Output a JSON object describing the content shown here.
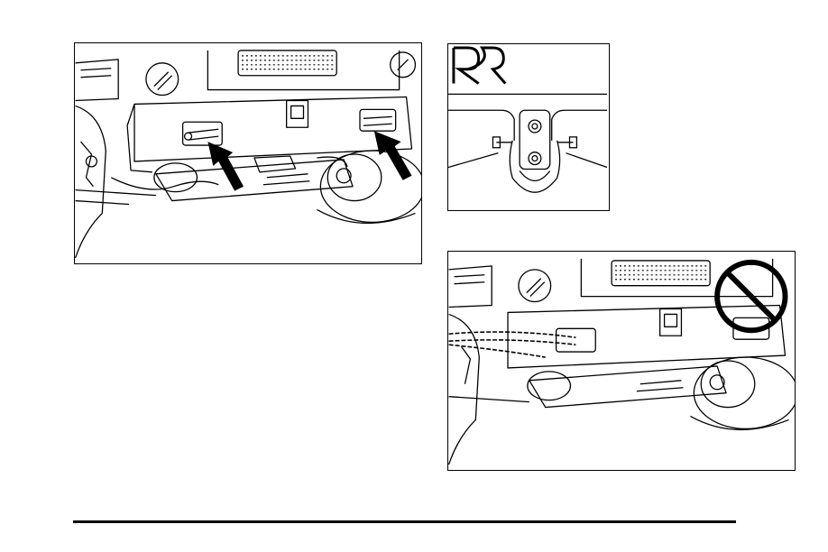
{
  "figures": [
    {
      "id": "front-bumper-recovery-hooks",
      "icons": [
        "arrow-icon",
        "arrow-icon"
      ]
    },
    {
      "id": "recovery-hook-detail",
      "icons": [
        "rr-logo-icon"
      ]
    },
    {
      "id": "improper-chain-towing",
      "icons": [
        "prohibited-icon"
      ]
    }
  ],
  "colors": {
    "line": "#000000",
    "background": "#ffffff"
  }
}
